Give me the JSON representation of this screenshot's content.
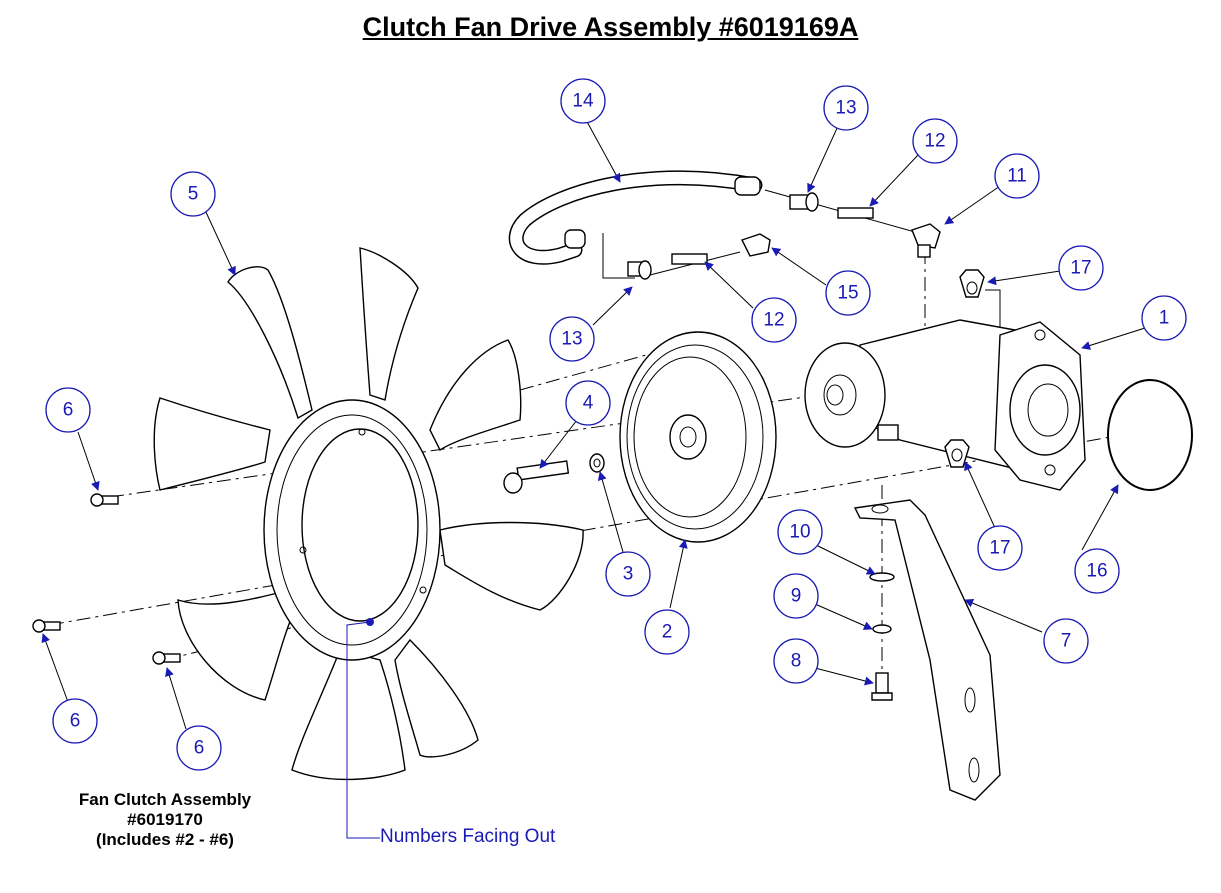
{
  "title": "Clutch Fan Drive Assembly #6019169A",
  "fan_assembly_label": {
    "line1": "Fan Clutch Assembly",
    "line2": "#6019170",
    "line3": "(Includes #2 - #6)"
  },
  "note": "Numbers Facing Out",
  "colors": {
    "callout": "#1a1ab4",
    "line": "#000000",
    "background": "#ffffff"
  },
  "callouts": [
    {
      "id": "c14",
      "label": "14"
    },
    {
      "id": "c13a",
      "label": "13"
    },
    {
      "id": "c12a",
      "label": "12"
    },
    {
      "id": "c11",
      "label": "11"
    },
    {
      "id": "c17a",
      "label": "17"
    },
    {
      "id": "c1",
      "label": "1"
    },
    {
      "id": "c5",
      "label": "5"
    },
    {
      "id": "c15",
      "label": "15"
    },
    {
      "id": "c12b",
      "label": "12"
    },
    {
      "id": "c13b",
      "label": "13"
    },
    {
      "id": "c4",
      "label": "4"
    },
    {
      "id": "c6a",
      "label": "6"
    },
    {
      "id": "c10",
      "label": "10"
    },
    {
      "id": "c17b",
      "label": "17"
    },
    {
      "id": "c16",
      "label": "16"
    },
    {
      "id": "c3",
      "label": "3"
    },
    {
      "id": "c9",
      "label": "9"
    },
    {
      "id": "c2",
      "label": "2"
    },
    {
      "id": "c7",
      "label": "7"
    },
    {
      "id": "c8",
      "label": "8"
    },
    {
      "id": "c6b",
      "label": "6"
    },
    {
      "id": "c6c",
      "label": "6"
    }
  ]
}
